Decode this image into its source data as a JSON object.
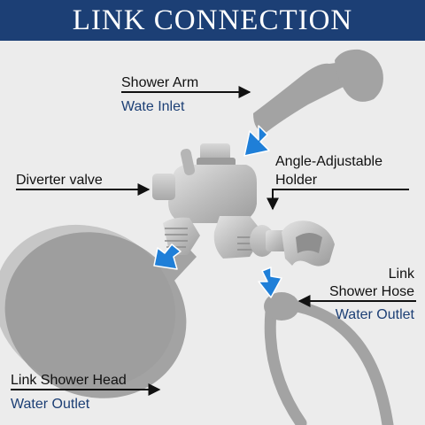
{
  "title": "LINK CONNECTION",
  "labels": {
    "shower_arm": "Shower Arm",
    "wate_inlet": "Wate Inlet",
    "diverter_valve": "Diverter valve",
    "holder_line1": "Angle-Adjustable",
    "holder_line2": "Holder",
    "hose_line1": "Link",
    "hose_line2": "Shower Hose",
    "hose_outlet": "Water Outlet",
    "head_line1": "Link Shower Head",
    "head_outlet": "Water Outlet"
  },
  "colors": {
    "banner": "#1c3f75",
    "label_blue": "#1c3f75",
    "flow_arrow": "#1f7fd8",
    "silhouette": "#a3a3a3",
    "metal": "#c9c9c9"
  },
  "icons": [
    "flow-arrow-icon",
    "pointer-arrow-icon"
  ]
}
